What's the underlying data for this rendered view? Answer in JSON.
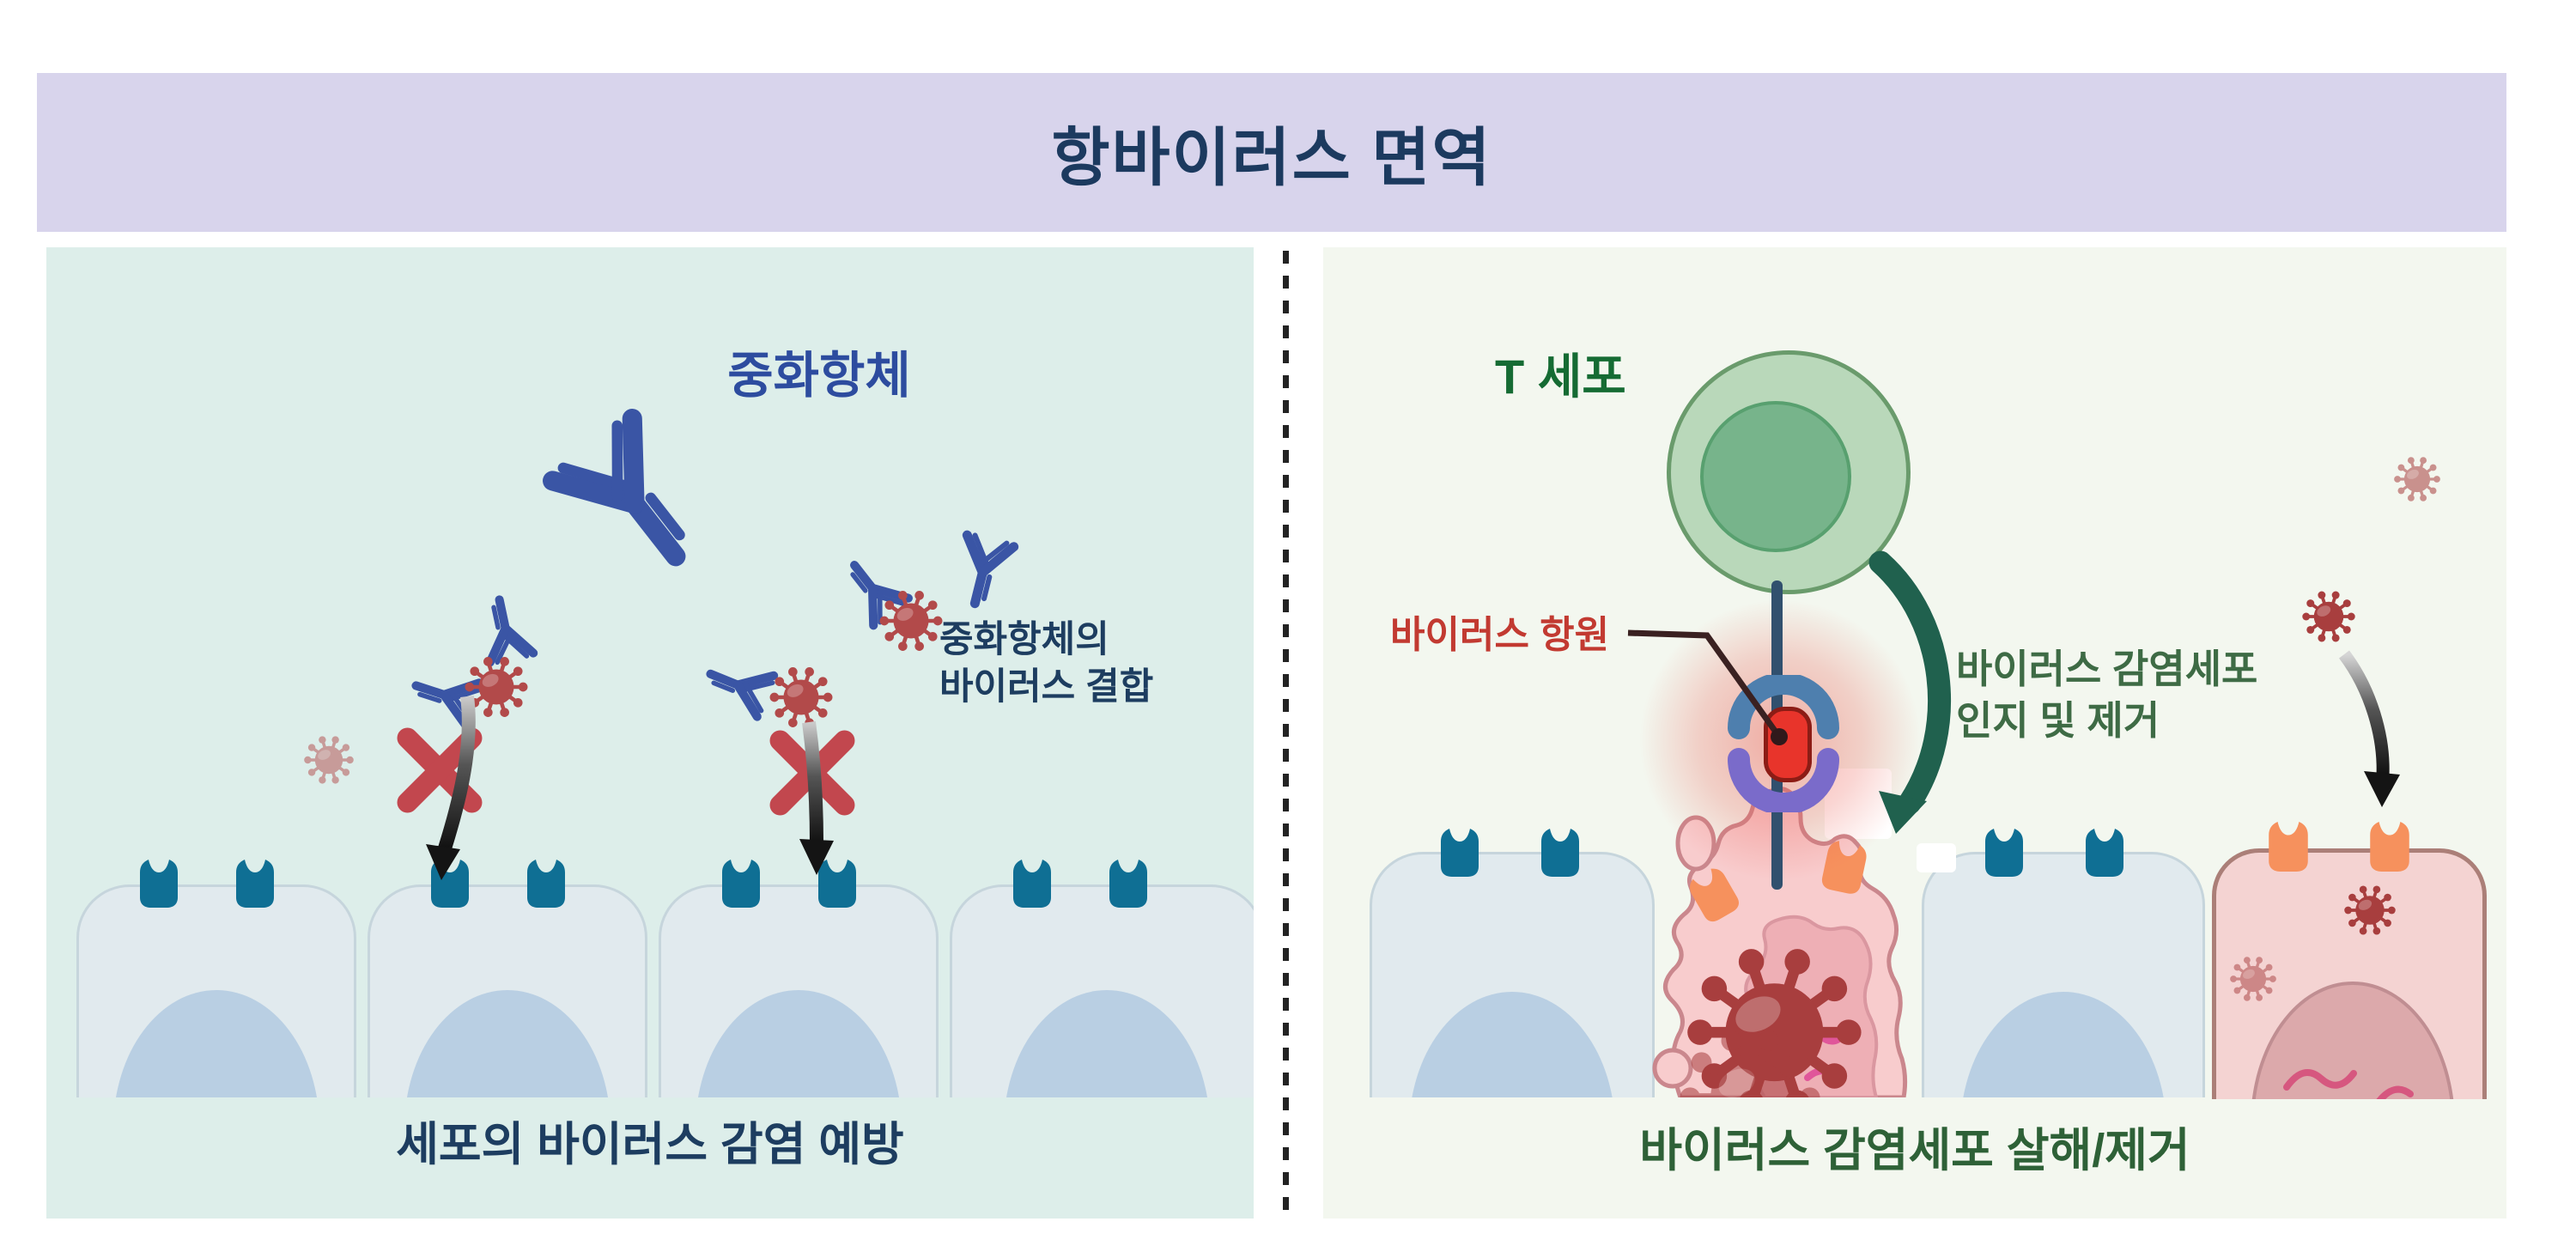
{
  "title": "항바이러스 면역",
  "left_panel": {
    "antibody_label": "중화항체",
    "binding_label_line1": "중화항체의",
    "binding_label_line2": "바이러스 결합",
    "caption": "세포의 바이러스 감염 예방"
  },
  "right_panel": {
    "tcell_label": "T 세포",
    "antigen_label": "바이러스 항원",
    "recognition_label_line1": "바이러스 감염세포",
    "recognition_label_line2": "인지 및 제거",
    "caption": "바이러스 감염세포 살해/제거"
  },
  "colors": {
    "title_bar_bg": "#d8d4ec",
    "title_text": "#1c3a5f",
    "left_panel_bg": "#ddeeea",
    "right_panel_bg": "#f3f7ef",
    "antibody_blue": "#3a55a5",
    "virus_red": "#b24a4a",
    "virus_dark_red": "#a83e3e",
    "x_mark_red": "#c2474e",
    "cell_fill": "#e1eaee",
    "cell_nucleus_blue": "#b9cfe3",
    "receptor_teal": "#0f6f94",
    "tcell_fill_green": "#b9d8ba",
    "label_green": "#156b33",
    "stalk_navy": "#31506e",
    "tcr_blue": "#4e7fae",
    "mhc_purple": "#7a6bca",
    "antigen_red": "#e8342b",
    "antigen_label_red": "#c23a31",
    "green_arrow": "#20614e",
    "infected_cell_pink": "#f8cccd",
    "orange_receptor": "#f6915d"
  }
}
